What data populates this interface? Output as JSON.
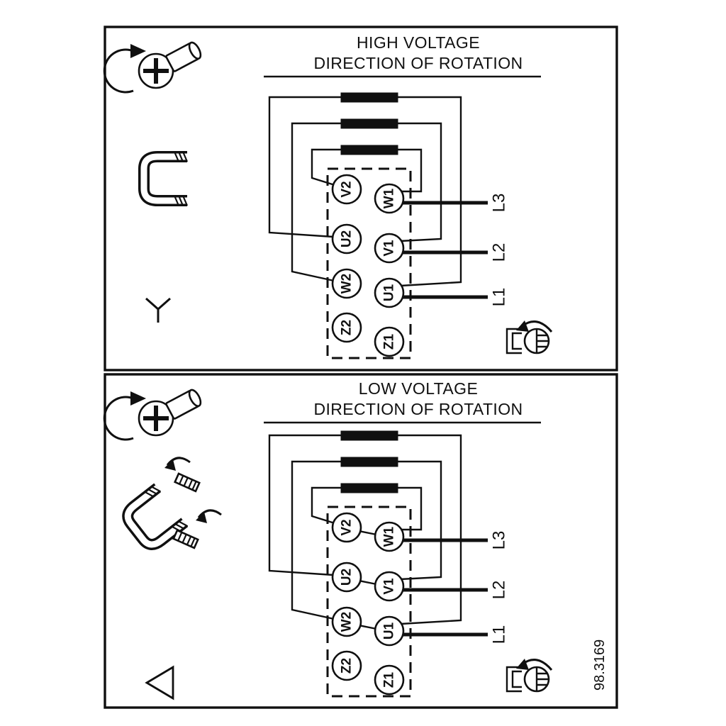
{
  "figure": {
    "number": "98.3169"
  },
  "panels": {
    "high": {
      "title": "HIGH VOLTAGE",
      "subtitle": "DIRECTION OF ROTATION",
      "connection_icon": "star-symbol",
      "terminals": {
        "v2": "V2",
        "u2": "U2",
        "w2": "W2",
        "z2": "Z2",
        "w1": "W1",
        "v1": "V1",
        "u1": "U1",
        "z1": "Z1"
      },
      "lines": {
        "l3": "L3",
        "l2": "L2",
        "l1": "L1"
      }
    },
    "low": {
      "title": "LOW VOLTAGE",
      "subtitle": "DIRECTION OF ROTATION",
      "connection_icon": "delta-symbol",
      "terminals": {
        "v2": "V2",
        "u2": "U2",
        "w2": "W2",
        "z2": "Z2",
        "w1": "W1",
        "v1": "V1",
        "u1": "U1",
        "z1": "Z1"
      },
      "lines": {
        "l3": "L3",
        "l2": "L2",
        "l1": "L1"
      }
    }
  }
}
